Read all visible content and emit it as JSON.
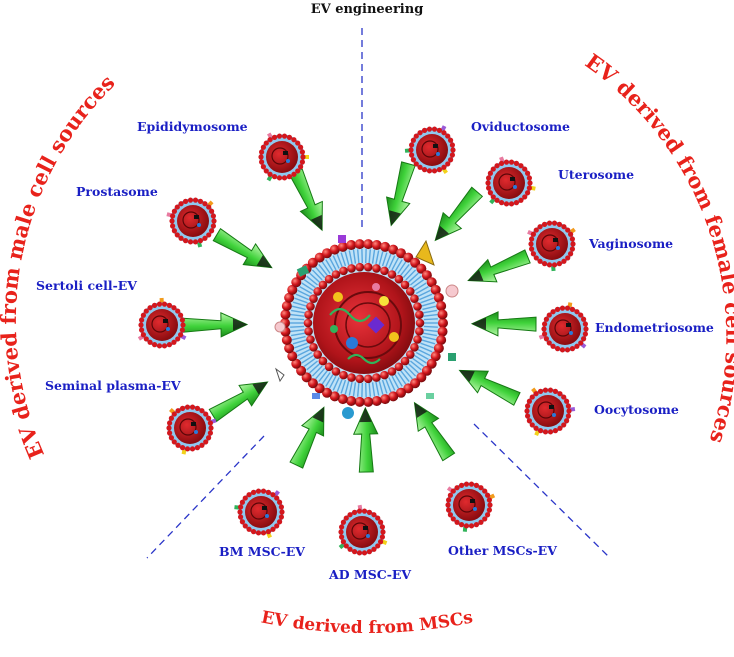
{
  "top_title": "EV engineering",
  "arcs": {
    "male": "EV derived from male cell sources",
    "female": "EV derived from female cell sources",
    "mscs": "EV derived from MSCs"
  },
  "vesicles": {
    "epididymosome": "Epididymosome",
    "prostasome": "Prostasome",
    "sertoli": "Sertoli cell-EV",
    "seminal": "Seminal plasma-EV",
    "oviductosome": "Oviductosome",
    "uterosome": "Uterosome",
    "vaginosome": "Vaginosome",
    "endometriosome": "Endometriosome",
    "oocytosome": "Oocytosome",
    "bm_msc": "BM MSC-EV",
    "ad_msc": "AD MSC-EV",
    "other_mscs": "Other MSCs-EV"
  },
  "colors": {
    "label_blue": "#1a1fc4",
    "arc_red": "#e8221b",
    "arrow_green": "#3fd23a",
    "vesicle_red": "#c8151b",
    "membrane_blue": "#6fb6e8"
  }
}
